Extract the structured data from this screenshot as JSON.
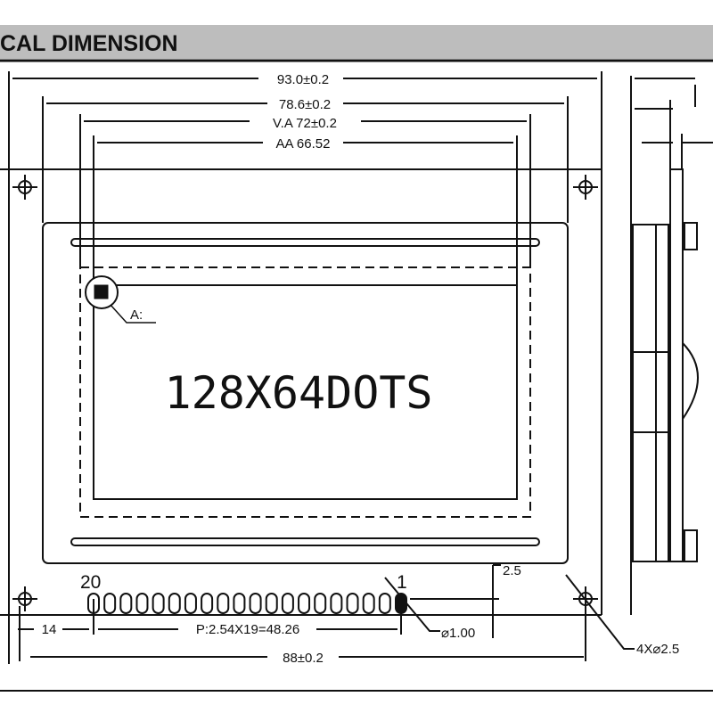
{
  "header": {
    "title": "CAL  DIMENSION",
    "band_color": "#bdbdbd"
  },
  "dimensions": {
    "outline_width": "93.0±0.2",
    "bezel_width": "78.6±0.2",
    "viewing_area": "V.A  72±0.2",
    "active_area": "AA  66.52",
    "hole_span": "88±0.2",
    "pin_offset": "14",
    "pin_pitch": "P:2.54X19=48.26",
    "pin_diameter": "⌀1.00",
    "pin_edge": "2.5",
    "mount_holes": "4X⌀2.5"
  },
  "display": {
    "resolution_text": "128X64DOTS",
    "pin1_marker": "A:"
  },
  "pins": {
    "first_label": "20",
    "last_label": "1",
    "count": 20
  }
}
